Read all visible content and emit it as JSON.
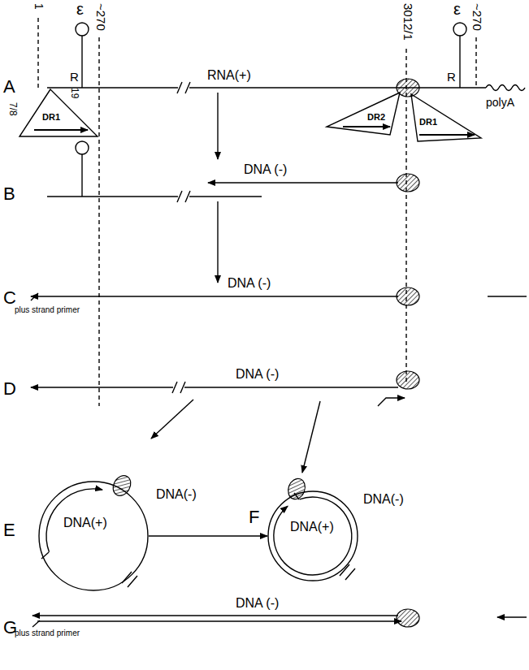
{
  "diagram": {
    "nodes": [
      {
        "text": [
          "DR1"
        ]
      },
      {
        "text": [
          "DR2"
        ]
      },
      {
        "text": [
          "DR1"
        ]
      },
      {
        "text": [
          "DNA(+)",
          "DNA(-)"
        ]
      },
      {
        "text": [
          "DNA(+)",
          "DNA(-)"
        ]
      }
    ],
    "edges": [
      {
        "from": 3,
        "to": 4,
        "arrow": "to"
      }
    ],
    "labels": [
      "A",
      "B",
      "C",
      "D",
      "E",
      "F",
      "G",
      "1",
      "ε",
      "R",
      "~270",
      "3012/1",
      "ε",
      "R",
      "~270",
      "RNA(+)",
      "7/8",
      "19",
      "polyA",
      "DNA (-)",
      "DNA (-)",
      "plus strand primer",
      "DNA (-)",
      "DNA (-)",
      "plus strand primer"
    ]
  }
}
